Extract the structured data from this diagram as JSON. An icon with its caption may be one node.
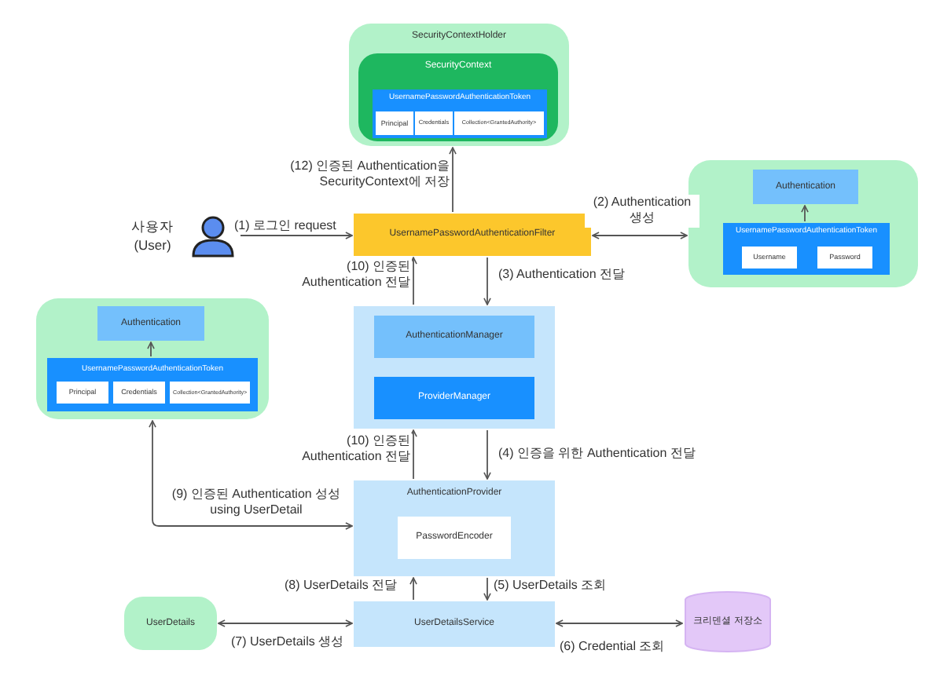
{
  "diagram": {
    "nodes": [
      {
        "text": [
          "SecurityContextHolder"
        ]
      },
      {
        "text": [
          "SecurityContext"
        ],
        "in": 0
      },
      {
        "text": [
          "UsernamePasswordAuthenticationToken"
        ],
        "in": 1
      },
      {
        "text": [
          "Principal"
        ],
        "in": 2
      },
      {
        "text": [
          "Credentials"
        ],
        "in": 2
      },
      {
        "text": [
          "Collection<GrantedAuthority>"
        ],
        "in": 2
      },
      {
        "text": [],
        "shape": "person",
        "beside": [
          "사용자 (User)"
        ]
      },
      {
        "text": [
          "UsernamePasswordAuthenticationFilter"
        ]
      },
      {
        "text": [],
        "shape": "box"
      },
      {
        "text": [
          "Authentication"
        ],
        "in": 8
      },
      {
        "text": [
          "UsernamePasswordAuthenticationToken"
        ],
        "in": 8
      },
      {
        "text": [
          "Username"
        ],
        "in": 10
      },
      {
        "text": [
          "Password"
        ],
        "in": 10
      },
      {
        "text": [],
        "shape": "box"
      },
      {
        "text": [
          "Authentication"
        ],
        "in": 13
      },
      {
        "text": [
          "UsernamePasswordAuthenticationToken"
        ],
        "in": 13
      },
      {
        "text": [
          "Principal"
        ],
        "in": 15
      },
      {
        "text": [
          "Credentials"
        ],
        "in": 15
      },
      {
        "text": [
          "Collection<GrantedAuthority>"
        ],
        "in": 15
      },
      {
        "text": [],
        "shape": "box"
      },
      {
        "text": [
          "AuthenticationManager"
        ],
        "in": 19
      },
      {
        "text": [
          "ProviderManager"
        ],
        "in": 19
      },
      {
        "text": [
          "AuthenticationProvider"
        ]
      },
      {
        "text": [
          "PasswordEncoder"
        ],
        "in": 22
      },
      {
        "text": [
          "UserDetails"
        ]
      },
      {
        "text": [
          "UserDetailsService"
        ]
      },
      {
        "text": [
          "크리덴셜 저장소"
        ]
      }
    ],
    "edges": [
      {
        "from": 6,
        "to": 7,
        "arrow": "to",
        "label": "(1) 로그인 request"
      },
      {
        "from": 7,
        "to": 8,
        "arrow": "both",
        "label": "(2) Authentication 생성"
      },
      {
        "from": 7,
        "to": 19,
        "arrow": "to",
        "label": "(3) Authentication 전달"
      },
      {
        "from": 19,
        "to": 22,
        "arrow": "to",
        "label": "(4) 인증을 위한 Authentication 전달"
      },
      {
        "from": 22,
        "to": 25,
        "arrow": "to",
        "label": "(5) UserDetails 조회"
      },
      {
        "from": 25,
        "to": 26,
        "arrow": "both",
        "label": "(6) Credential 조회"
      },
      {
        "from": 25,
        "to": 24,
        "arrow": "both",
        "label": "(7) UserDetails 생성"
      },
      {
        "from": 25,
        "to": 22,
        "arrow": "to",
        "label": "(8) UserDetails 전달"
      },
      {
        "from": 13,
        "to": 22,
        "arrow": "both",
        "label": "(9) 인증된 Authentication 성성 using UserDetail"
      },
      {
        "from": 22,
        "to": 19,
        "arrow": "to",
        "label": "(10) 인증된 Authentication 전달"
      },
      {
        "from": 19,
        "to": 7,
        "arrow": "to",
        "label": "(10) 인증된 Authentication 전달"
      },
      {
        "from": 7,
        "to": 0,
        "arrow": "to",
        "label": "(12) 인증된 Authentication을 SecurityContext에 저장"
      },
      {
        "from": 10,
        "to": 9,
        "arrow": "to"
      },
      {
        "from": 15,
        "to": 14,
        "arrow": "to"
      }
    ]
  }
}
